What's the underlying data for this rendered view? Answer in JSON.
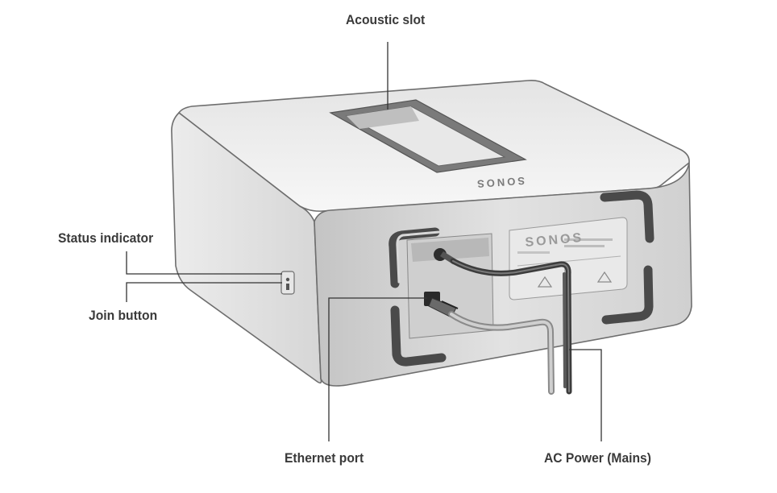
{
  "callouts": {
    "acoustic_slot": "Acoustic slot",
    "status_indicator": "Status indicator",
    "join_button": "Join button",
    "ethernet_port": "Ethernet port",
    "ac_power": "AC Power (Mains)"
  },
  "device": {
    "top_brand": "SONOS",
    "label_brand": "SONOS"
  },
  "colors": {
    "body_light": "#f4f4f4",
    "body_mid": "#d9d9d9",
    "body_dark": "#8c8c8c",
    "outline": "#6e6e6e",
    "foot": "#4a4a4a",
    "cable": "#3c3c3c",
    "leader": "#333333"
  }
}
